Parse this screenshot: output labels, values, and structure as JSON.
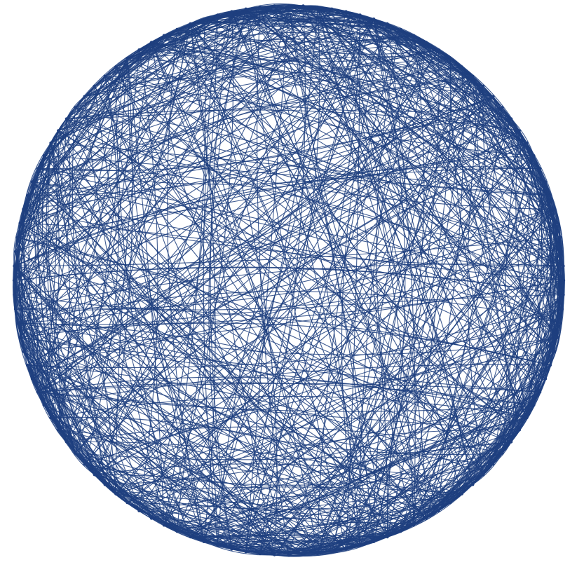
{
  "figure": {
    "kind": "circular-network-graph",
    "edge_color": "#1f3f7f",
    "background_color": "#ffffff",
    "node_count": 120,
    "edge_count": 1400,
    "layout": "circular"
  }
}
